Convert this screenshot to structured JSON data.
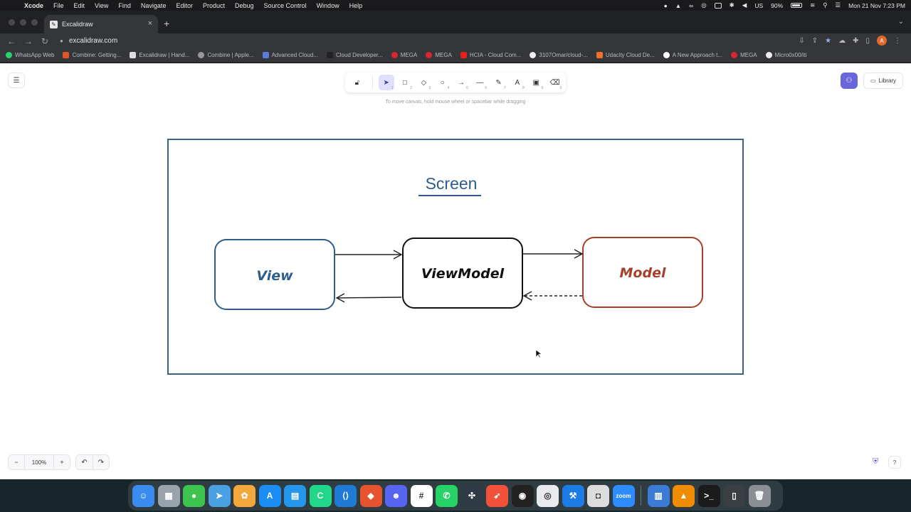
{
  "menubar": {
    "app": "Xcode",
    "items": [
      "File",
      "Edit",
      "View",
      "Find",
      "Navigate",
      "Editor",
      "Product",
      "Debug",
      "Source Control",
      "Window",
      "Help"
    ],
    "battery": "90%",
    "datetime": "Mon 21 Nov  7:23 PM"
  },
  "browser": {
    "tab_title": "Excalidraw",
    "url": "excalidraw.com",
    "profile_initial": "A",
    "bookmarks": [
      {
        "label": "WhatsApp Web",
        "color": "#25d366"
      },
      {
        "label": "Combine: Getting...",
        "color": "#e0542b"
      },
      {
        "label": "Excalidraw | Hand...",
        "color": "#dddddd"
      },
      {
        "label": "Combine | Apple...",
        "color": "#999999"
      },
      {
        "label": "Advanced Cloud...",
        "color": "#5a7bd8"
      },
      {
        "label": "Cloud Developer...",
        "color": "#222222"
      },
      {
        "label": "MEGA",
        "color": "#d9272e"
      },
      {
        "label": "MEGA",
        "color": "#d9272e"
      },
      {
        "label": "HCIA - Cloud Com...",
        "color": "#e62117"
      },
      {
        "label": "3107Omar/cloud-...",
        "color": "#eeeeee"
      },
      {
        "label": "Udacity Cloud De...",
        "color": "#f0712c"
      },
      {
        "label": "A New Approach t...",
        "color": "#ffffff"
      },
      {
        "label": "MEGA",
        "color": "#d9272e"
      },
      {
        "label": "Micro0x00/iti",
        "color": "#eeeeee"
      }
    ]
  },
  "excalidraw": {
    "hint": "To move canvas, hold mouse wheel or spacebar while dragging",
    "library_label": "Library",
    "zoom": "100%",
    "tools": [
      {
        "name": "selection-tool",
        "glyph": "➤",
        "key": "1"
      },
      {
        "name": "rectangle-tool",
        "glyph": "□",
        "key": "2"
      },
      {
        "name": "diamond-tool",
        "glyph": "◇",
        "key": "3"
      },
      {
        "name": "ellipse-tool",
        "glyph": "○",
        "key": "4"
      },
      {
        "name": "arrow-tool",
        "glyph": "→",
        "key": "5"
      },
      {
        "name": "line-tool",
        "glyph": "—",
        "key": "6"
      },
      {
        "name": "draw-tool",
        "glyph": "✎",
        "key": "7"
      },
      {
        "name": "text-tool",
        "glyph": "A",
        "key": "8"
      },
      {
        "name": "image-tool",
        "glyph": "▣",
        "key": "9"
      },
      {
        "name": "eraser-tool",
        "glyph": "⌫",
        "key": "0"
      }
    ]
  },
  "diagram": {
    "title": "Screen",
    "view": "View",
    "viewmodel": "ViewModel",
    "model": "Model",
    "colors": {
      "frame": "#3a6186",
      "view": "#2f5d8a",
      "viewmodel": "#111111",
      "model": "#a6402a"
    }
  },
  "dock": [
    {
      "name": "finder-icon",
      "color": "#3b8cf0",
      "glyph": "☺"
    },
    {
      "name": "launchpad-icon",
      "color": "#9aa3ad",
      "glyph": "▦"
    },
    {
      "name": "messages-icon",
      "color": "#3dc44f",
      "glyph": "●"
    },
    {
      "name": "maps-icon",
      "color": "#4aa0e0",
      "glyph": "➤"
    },
    {
      "name": "photos-icon",
      "color": "#f2a83b",
      "glyph": "✿"
    },
    {
      "name": "app-store-icon",
      "color": "#1b8ef5",
      "glyph": "A"
    },
    {
      "name": "docker-icon",
      "color": "#2496ed",
      "glyph": "▤"
    },
    {
      "name": "clion-icon",
      "color": "#21d789",
      "glyph": "C"
    },
    {
      "name": "vscode-icon",
      "color": "#1f7ad6",
      "glyph": "⟨⟩"
    },
    {
      "name": "git-app-icon",
      "color": "#e8532f",
      "glyph": "◆"
    },
    {
      "name": "discord-icon",
      "color": "#5865f2",
      "glyph": "☻"
    },
    {
      "name": "slack-icon",
      "color": "#ffffff",
      "glyph": "#"
    },
    {
      "name": "whatsapp-icon",
      "color": "#25d366",
      "glyph": "✆"
    },
    {
      "name": "networking-icon",
      "color": "#2e3b47",
      "glyph": "✣"
    },
    {
      "name": "swift-icon",
      "color": "#f05138",
      "glyph": "➶"
    },
    {
      "name": "figma-icon",
      "color": "#222222",
      "glyph": "◉"
    },
    {
      "name": "chrome-icon",
      "color": "#e8eaed",
      "glyph": "◎"
    },
    {
      "name": "xcode-icon",
      "color": "#1c7ce5",
      "glyph": "⚒"
    },
    {
      "name": "screenshot-icon",
      "color": "#dcdcdc",
      "glyph": "◘"
    },
    {
      "name": "zoom-icon",
      "color": "#2d8cff",
      "glyph": "zoom"
    },
    {
      "name": "simulator-icon",
      "color": "#3a7bd5",
      "glyph": "▥"
    },
    {
      "name": "vlc-icon",
      "color": "#f08c00",
      "glyph": "▲"
    },
    {
      "name": "terminal-icon",
      "color": "#1b1b1b",
      "glyph": ">_"
    },
    {
      "name": "downloads-icon",
      "color": "#3a3f44",
      "glyph": "▯"
    },
    {
      "name": "trash-icon",
      "color": "#8a8f94",
      "glyph": "🗑"
    }
  ]
}
